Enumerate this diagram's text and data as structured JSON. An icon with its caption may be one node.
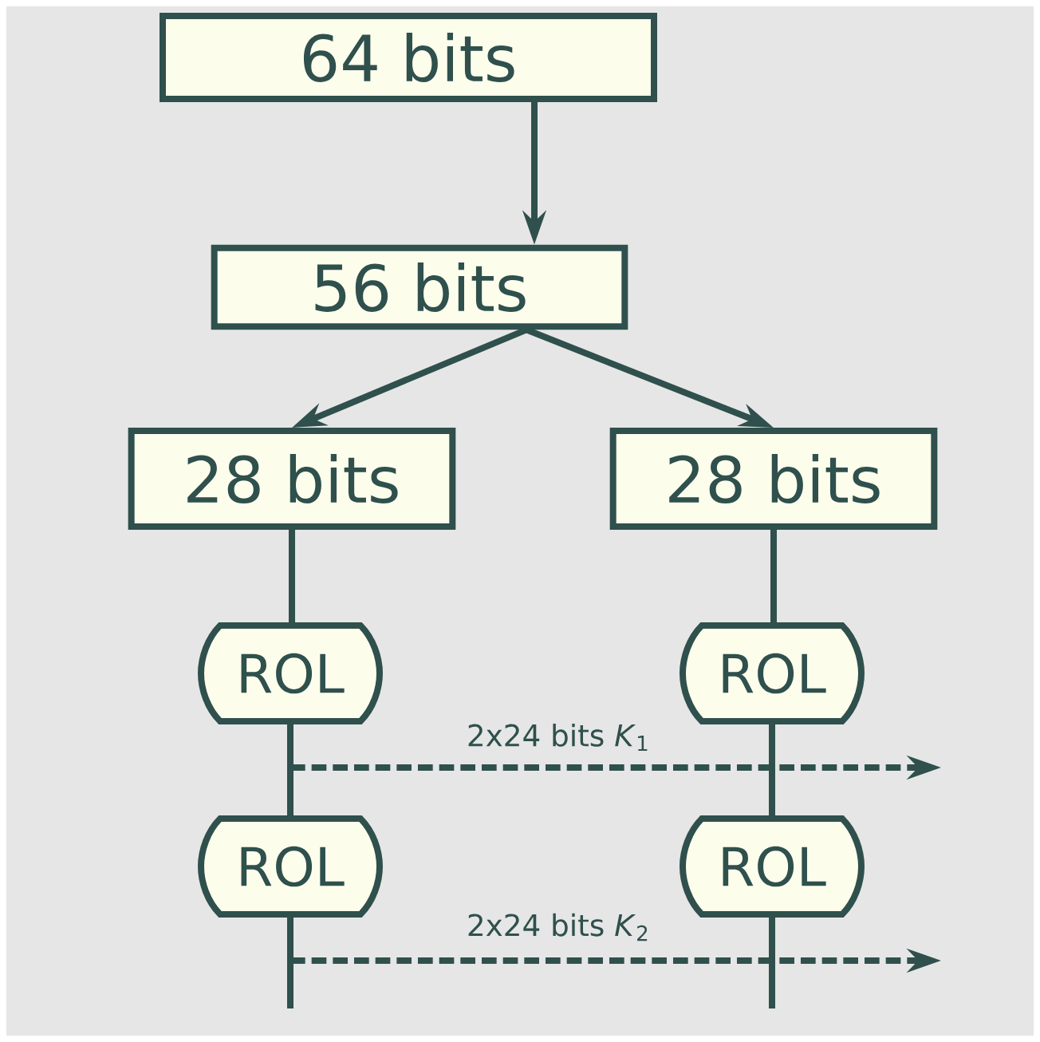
{
  "diagram": {
    "nodes": [
      {
        "text": [
          "64 bits"
        ]
      },
      {
        "text": [
          "56 bits"
        ]
      },
      {
        "text": [
          "28 bits"
        ]
      },
      {
        "text": [
          "28 bits"
        ]
      },
      {
        "text": [
          "ROL"
        ]
      },
      {
        "text": [
          "ROL"
        ]
      },
      {
        "text": [
          "ROL"
        ]
      },
      {
        "text": [
          "ROL"
        ]
      }
    ],
    "edges": [
      {
        "from": 0,
        "to": 1,
        "arrow": "to"
      },
      {
        "from": 1,
        "to": 2,
        "arrow": "to"
      },
      {
        "from": 1,
        "to": 3,
        "arrow": "to"
      },
      {
        "from": 2,
        "to": 4,
        "arrow": "none"
      },
      {
        "from": 3,
        "to": 5,
        "arrow": "none"
      },
      {
        "from": 4,
        "to": 6,
        "arrow": "none"
      },
      {
        "from": 5,
        "to": 7,
        "arrow": "none"
      },
      {
        "from": 6,
        "to": null,
        "arrow": "none"
      },
      {
        "from": 7,
        "to": null,
        "arrow": "none"
      },
      {
        "from": 4,
        "to": null,
        "arrow": "to",
        "style": "dashed",
        "label": "2x24 bits *K*$_{1}$"
      },
      {
        "from": 6,
        "to": null,
        "arrow": "to",
        "style": "dashed",
        "label": "2x24 bits *K*$_{2}$"
      }
    ]
  }
}
